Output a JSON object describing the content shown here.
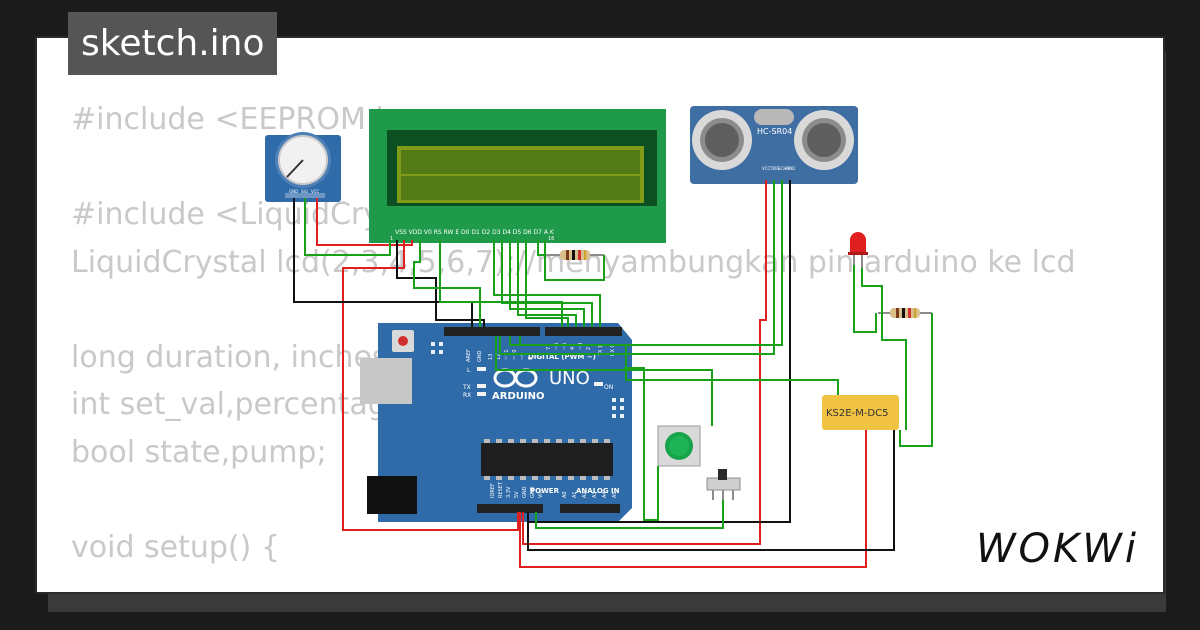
{
  "title": "sketch.ino",
  "code_lines": [
    "#include <EEPROM.h>",
    "",
    "#include <LiquidCrystal.h>",
    "LiquidCrystal lcd(2,3,4,5,6,7);//menyambungkan pin arduino ke lcd",
    "",
    "long duration, inches;",
    "int set_val,percentage;",
    "bool state,pump;",
    "",
    "void setup() {"
  ],
  "labels": {
    "arduino_uno": "UNO",
    "arduino_brand": "ARDUINO",
    "digital": "DIGITAL (PWM ~)",
    "analog": "ANALOG IN",
    "power": "POWER",
    "aref": "AREF",
    "gnd": "GND",
    "on": "ON",
    "led_l": "L",
    "tx": "TX",
    "rx": "RX",
    "power_pins": [
      "IOREF",
      "RESET",
      "3.3V",
      "5V",
      "GND",
      "GND",
      "Vin"
    ],
    "analog_pins": [
      "A0",
      "A1",
      "A2",
      "A3",
      "A4",
      "A5"
    ],
    "digital_pins": [
      "13",
      "12",
      "~11",
      "~10",
      "~9",
      "8",
      "7",
      "~6",
      "~5",
      "4",
      "~3",
      "2",
      "TX 1",
      "RX 0"
    ],
    "lcd_pins": "VSS VDD V0 RS RW E D0 D1 D2 D3 D4 D5 D6 D7 A K",
    "lcd_pin_first": "1",
    "lcd_pin_last": "16",
    "ultrasonic": "HC-SR04",
    "ultrasonic_pins": [
      "VCC",
      "TRIG",
      "ECHO",
      "GND"
    ],
    "pot_pins": [
      "GND",
      "SIG",
      "VCC"
    ],
    "relay": "KS2E-M-DC5",
    "logo": "WOKWi"
  },
  "colors": {
    "arduino": "#2f6ba8",
    "lcd_board": "#1f9a4b",
    "lcd_screen": "#7f9b18",
    "sensor": "#3f6ea3",
    "relay": "#f1c343",
    "wire_red": "#e02020",
    "wire_green": "#18a018",
    "wire_black": "#111111",
    "led": "#e02020",
    "button": "#16a34a"
  }
}
